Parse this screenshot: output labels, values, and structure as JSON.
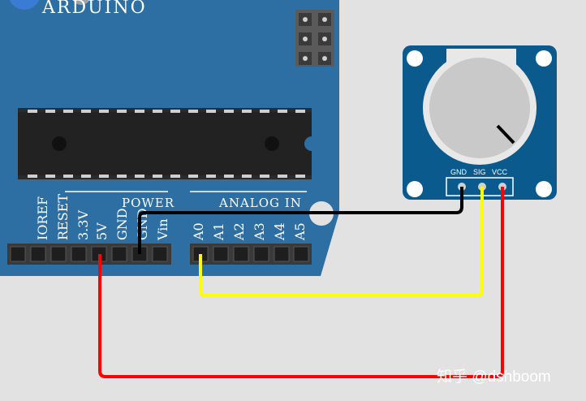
{
  "board": {
    "brand": "ARDUINO",
    "power_header": "POWER",
    "analog_header": "ANALOG IN",
    "power_pins": [
      "IOREF",
      "RESET",
      "3.3V",
      "5V",
      "GND",
      "GND",
      "Vin"
    ],
    "analog_pins": [
      "A0",
      "A1",
      "A2",
      "A3",
      "A4",
      "A5"
    ],
    "color": "#2d6ea3"
  },
  "module": {
    "pins": [
      "GND",
      "SIG",
      "VCC"
    ],
    "color": "#0a5a8e"
  },
  "wires": {
    "gnd_color": "#000000",
    "sig_color": "#ffff00",
    "vcc_color": "#ff0000"
  },
  "watermark": "知乎 @dshboom"
}
